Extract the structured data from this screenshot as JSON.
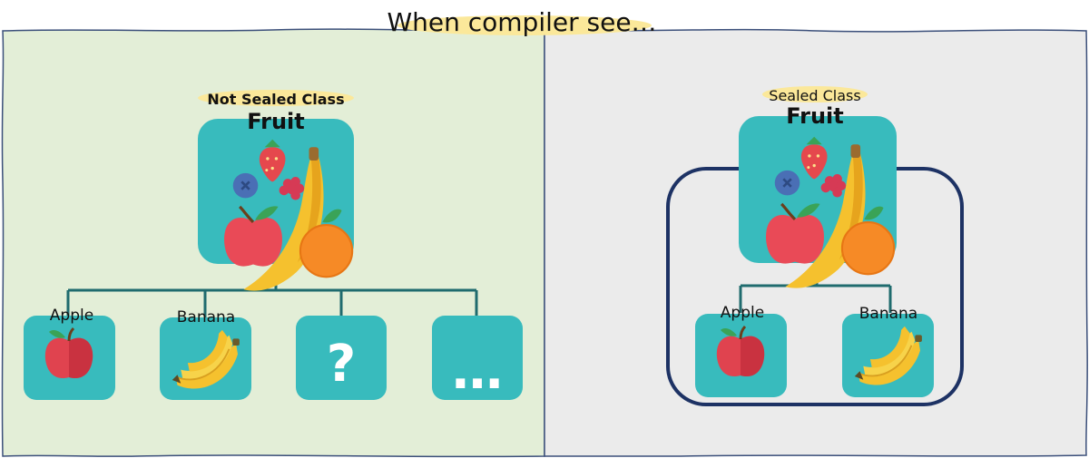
{
  "title": "When compiler see…",
  "colors": {
    "left_panel_bg": "#e3eed7",
    "right_panel_bg": "#ebebeb",
    "panel_border": "#3b4f7a",
    "card_bg": "#38bbbd",
    "connector": "#1f6b6e",
    "highlight": "#fbe89a",
    "sealed_outline": "#1d3264"
  },
  "left_panel": {
    "badge": "Not Sealed Class",
    "parent_label": "Fruit",
    "children": [
      {
        "label": "Apple",
        "icon": "apple-icon"
      },
      {
        "label": "Banana",
        "icon": "banana-icon"
      },
      {
        "label": "",
        "glyph": "?",
        "icon": "question-mark-icon"
      },
      {
        "label": "",
        "glyph": "…",
        "icon": "ellipsis-icon"
      }
    ]
  },
  "right_panel": {
    "badge": "Sealed Class",
    "parent_label": "Fruit",
    "children": [
      {
        "label": "Apple",
        "icon": "apple-icon"
      },
      {
        "label": "Banana",
        "icon": "banana-icon"
      }
    ]
  }
}
